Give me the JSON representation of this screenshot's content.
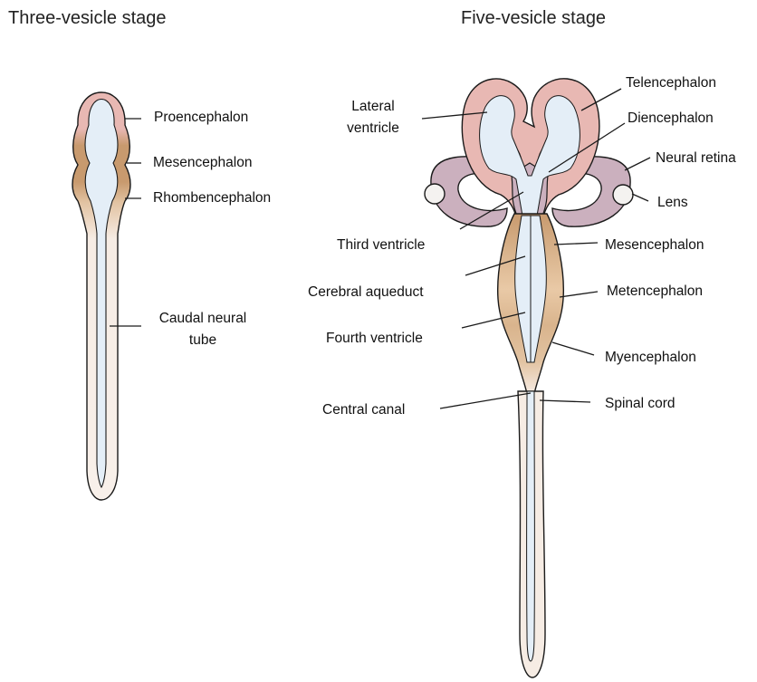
{
  "titles": {
    "three": "Three-vesicle stage",
    "five": "Five-vesicle stage"
  },
  "three_labels": {
    "proencephalon": "Proencephalon",
    "mesencephalon": "Mesencephalon",
    "rhombencephalon": "Rhombencephalon",
    "caudal_line1": "Caudal neural",
    "caudal_line2": "tube"
  },
  "five_labels": {
    "lateral_line1": "Lateral",
    "lateral_line2": "ventricle",
    "third_ventricle": "Third ventricle",
    "cerebral_aqueduct": "Cerebral aqueduct",
    "fourth_ventricle": "Fourth ventricle",
    "central_canal": "Central canal",
    "telencephalon": "Telencephalon",
    "diencephalon": "Diencephalon",
    "neural_retina": "Neural retina",
    "lens": "Lens",
    "mesencephalon": "Mesencephalon",
    "metencephalon": "Metencephalon",
    "myencephalon": "Myencephalon",
    "spinal_cord": "Spinal cord"
  },
  "colors": {
    "forebrain_pink": "#e8b8b3",
    "diencephalon_mauve": "#cbb0be",
    "midbrain_brown": "#c89a6e",
    "hindbrain_tan": "#e2c3a2",
    "tube_cream": "#f6ece4",
    "lumen_blue": "#e4eef7",
    "outline": "#1a1a1a"
  }
}
